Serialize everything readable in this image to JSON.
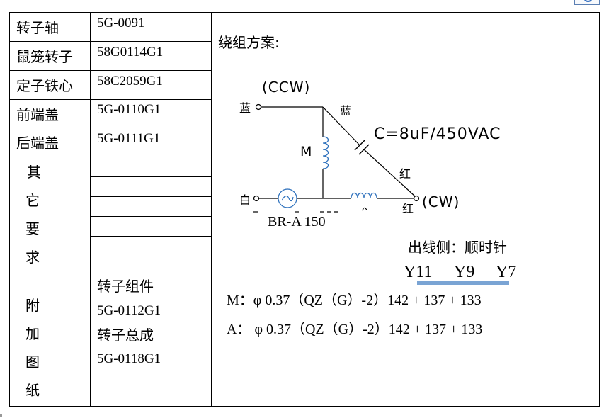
{
  "parts": [
    {
      "label": "转子轴",
      "code": "5G-0091"
    },
    {
      "label": "鼠笼转子",
      "code": "58G0114G1"
    },
    {
      "label": "定子铁心",
      "code": "58C2059G1"
    },
    {
      "label": "前端盖",
      "code": "5G-0110G1"
    },
    {
      "label": "后端盖",
      "code": "5G-0111G1"
    }
  ],
  "other_requirements": {
    "chars": [
      "其",
      "它",
      "要",
      "求"
    ]
  },
  "attached_drawings": {
    "chars": [
      "附",
      "加",
      "图",
      "纸"
    ],
    "rows": [
      "转子组件",
      "5G-0112G1",
      "转子总成",
      "5G-0118G1"
    ]
  },
  "winding": {
    "title": "绕组方案:",
    "ccw": "(CCW)",
    "cw": "(CW)",
    "capacitor": "C=8uF/450VAC",
    "main_coil": "M",
    "aux_coil": "A",
    "blue_left": "蓝",
    "blue_top": "蓝",
    "red_diag": "红",
    "red_right": "红",
    "white": "白",
    "protector": "BR-A 150",
    "outlet_side": "出线侧：顺时针",
    "slots": [
      "Y11",
      "Y9",
      "Y7"
    ],
    "m_line": "M：φ 0.37（QZ（G）-2）142 + 137 + 133",
    "a_line": "A： φ 0.37（QZ（G）-2）142 + 137 + 133"
  }
}
